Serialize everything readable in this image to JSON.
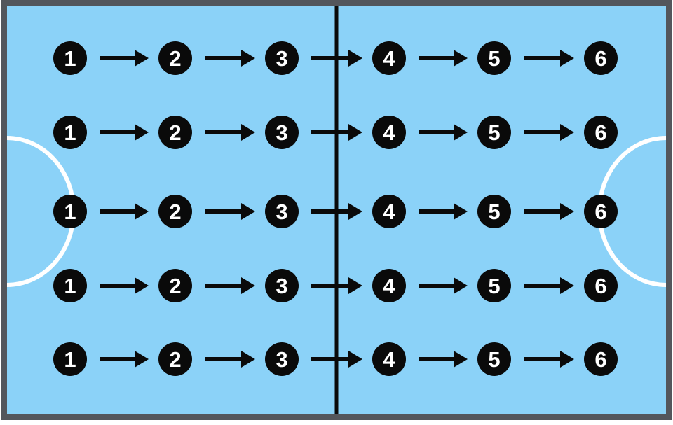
{
  "diagram": {
    "name": "pitch-drill-progression",
    "row_count": 5,
    "positions": [
      "1",
      "2",
      "3",
      "4",
      "5",
      "6"
    ]
  },
  "colors": {
    "field": "#8BD2F8",
    "border": "#53565C",
    "line": "#0A0A0A",
    "marker": "#0A0A0A",
    "marker_text": "#FFFFFF",
    "arc": "#FFFFFF",
    "page_background": "#FFFFFF"
  }
}
